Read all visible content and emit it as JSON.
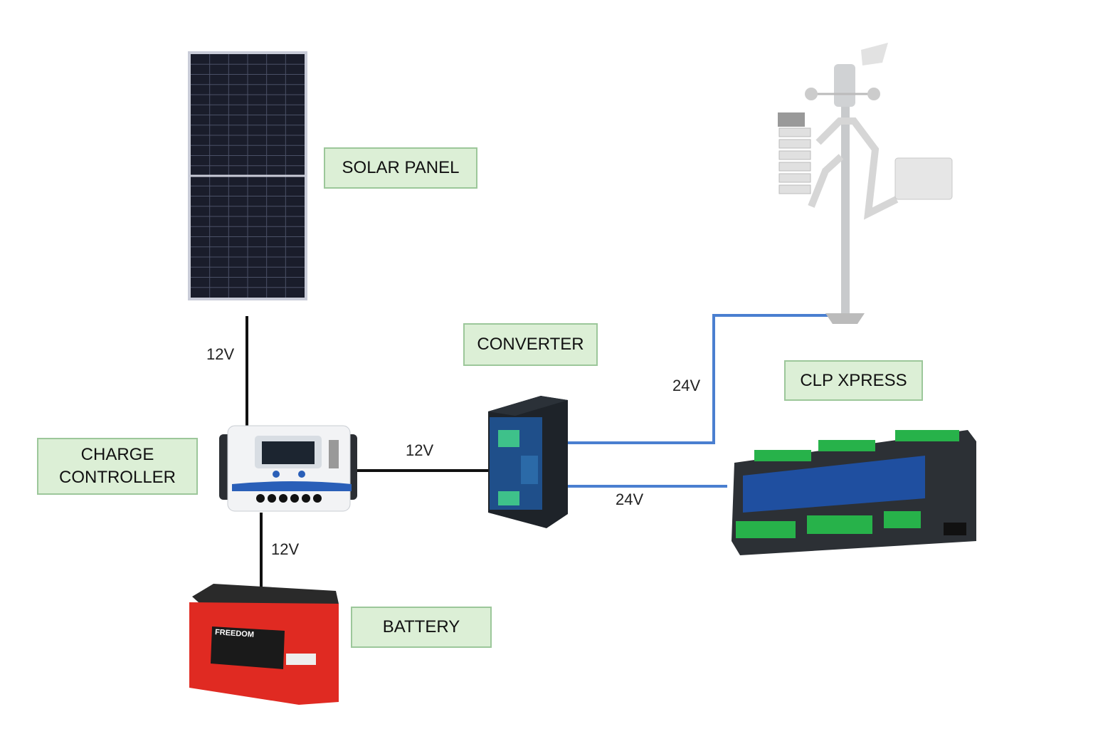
{
  "labels": {
    "solar_panel": "SOLAR PANEL",
    "charge_controller_line1": "CHARGE",
    "charge_controller_line2": "CONTROLLER",
    "converter": "CONVERTER",
    "clp_xpress": "CLP XPRESS",
    "battery": "BATTERY"
  },
  "voltages": {
    "panel_to_controller": "12V",
    "controller_to_converter": "12V",
    "controller_to_battery": "12V",
    "converter_to_weather_station": "24V",
    "converter_to_clp": "24V"
  },
  "battery_brand": "FREEDOM",
  "colors": {
    "label_fill": "#dcefd6",
    "label_border": "#9cc79a",
    "wire_12v": "#111111",
    "wire_24v": "#4a7fd0"
  }
}
